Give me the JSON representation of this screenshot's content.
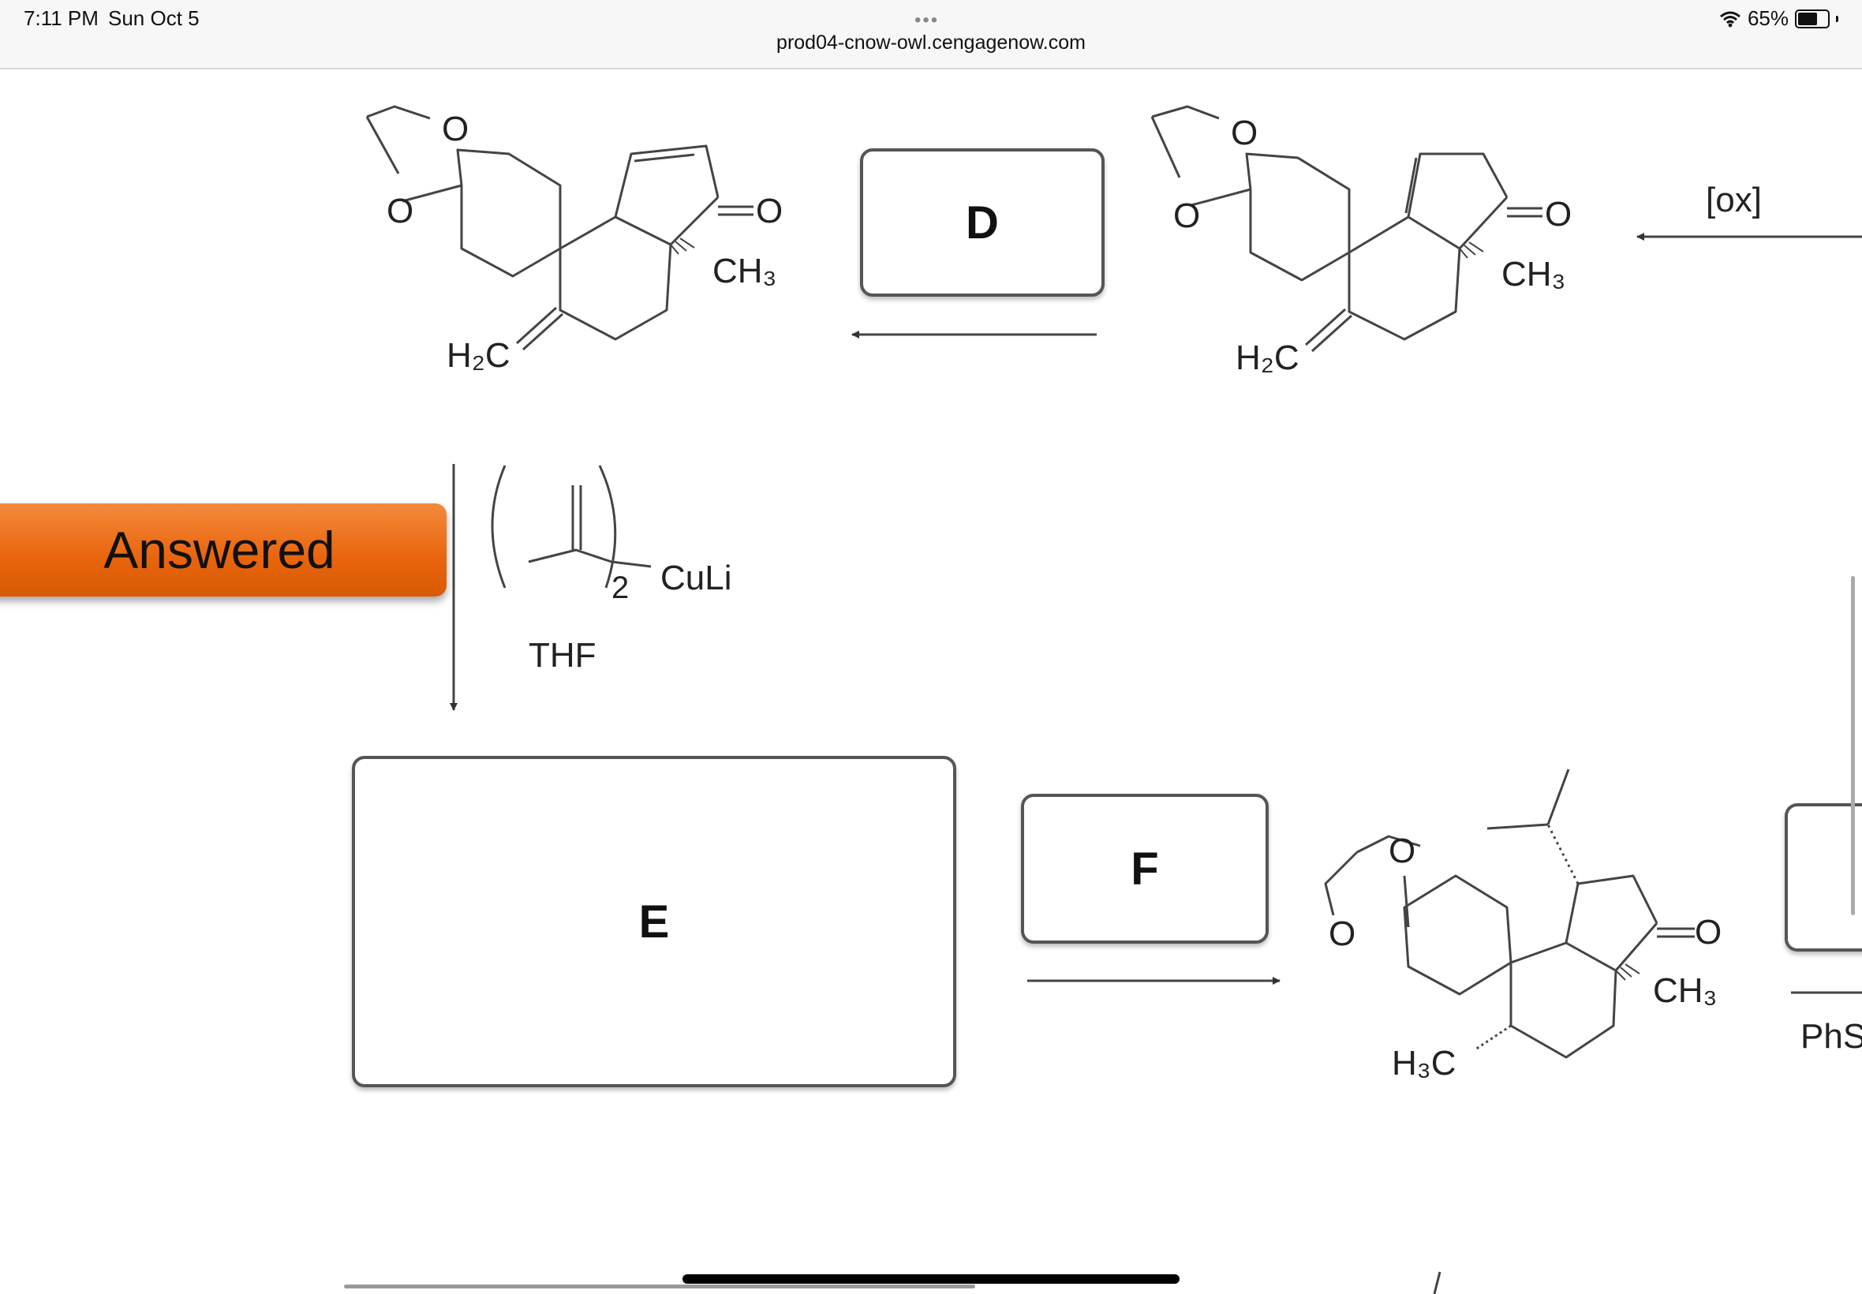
{
  "status_bar": {
    "time": "7:11 PM",
    "date": "Sun Oct 5",
    "dots": "•••",
    "url": "prod04-cnow-owl.cengagenow.com",
    "battery": "65%",
    "battery_level": 0.65
  },
  "answered_label": "Answered",
  "boxes": {
    "d": "D",
    "e": "E",
    "f": "F"
  },
  "reagents": {
    "ox": "[ox]",
    "cuprate": "CuLi",
    "cuprate_sub": "2",
    "solvent": "THF",
    "phs_cut": "PhS"
  },
  "atoms": {
    "o": "O",
    "h2c": "H₂C",
    "h3c": "H₃C",
    "ch3": "CH₃"
  }
}
